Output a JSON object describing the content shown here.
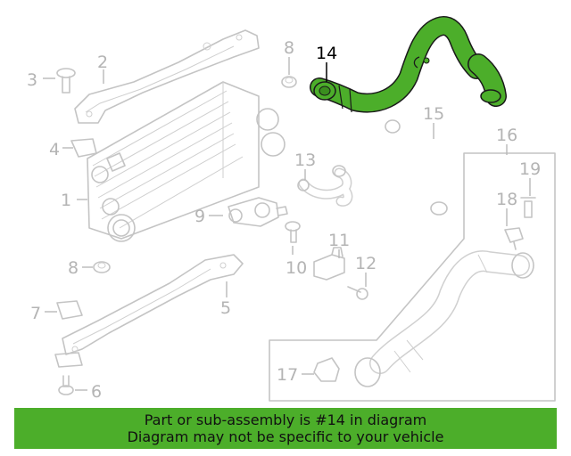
{
  "diagram": {
    "highlight_color": "#4cae2a",
    "callouts": {
      "c1": "1",
      "c2": "2",
      "c3": "3",
      "c4": "4",
      "c5": "5",
      "c6": "6",
      "c7": "7",
      "c8a": "8",
      "c8b": "8",
      "c9": "9",
      "c10": "10",
      "c11": "11",
      "c12": "12",
      "c13": "13",
      "c14": "14",
      "c15": "15",
      "c16": "16",
      "c17": "17",
      "c18": "18",
      "c19": "19"
    }
  },
  "banner": {
    "line1": "Part or sub-assembly is #14 in diagram",
    "line2": "Diagram may not be specific to your vehicle"
  }
}
